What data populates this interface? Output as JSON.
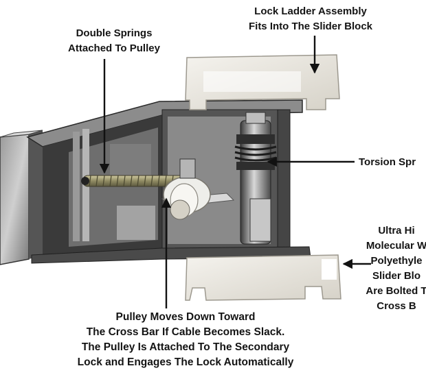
{
  "callouts": {
    "lock_ladder": {
      "lines": [
        "Lock Ladder Assembly",
        "Fits Into The Slider Block"
      ]
    },
    "double_springs": {
      "lines": [
        "Double Springs",
        "Attached To Pulley"
      ]
    },
    "torsion_spring": {
      "lines": [
        "Torsion Spr"
      ]
    },
    "slider_block": {
      "lines": [
        "Ultra Hi",
        "Molecular W",
        "Polyethyle",
        "Slider Blo",
        "Are Bolted T",
        "Cross B"
      ]
    },
    "pulley": {
      "lines": [
        "Pulley Moves Down Toward",
        "The Cross Bar If Cable Becomes Slack.",
        "The Pulley Is Attached To The Secondary",
        "Lock and Engages The Lock Automatically"
      ]
    }
  },
  "colors": {
    "text": "#141414",
    "arrow": "#111111",
    "steel_dark": "#2b2b2b",
    "steel_mid": "#6a6a6a",
    "steel_light": "#b8b8b8",
    "nylon": "#ece9e2"
  }
}
